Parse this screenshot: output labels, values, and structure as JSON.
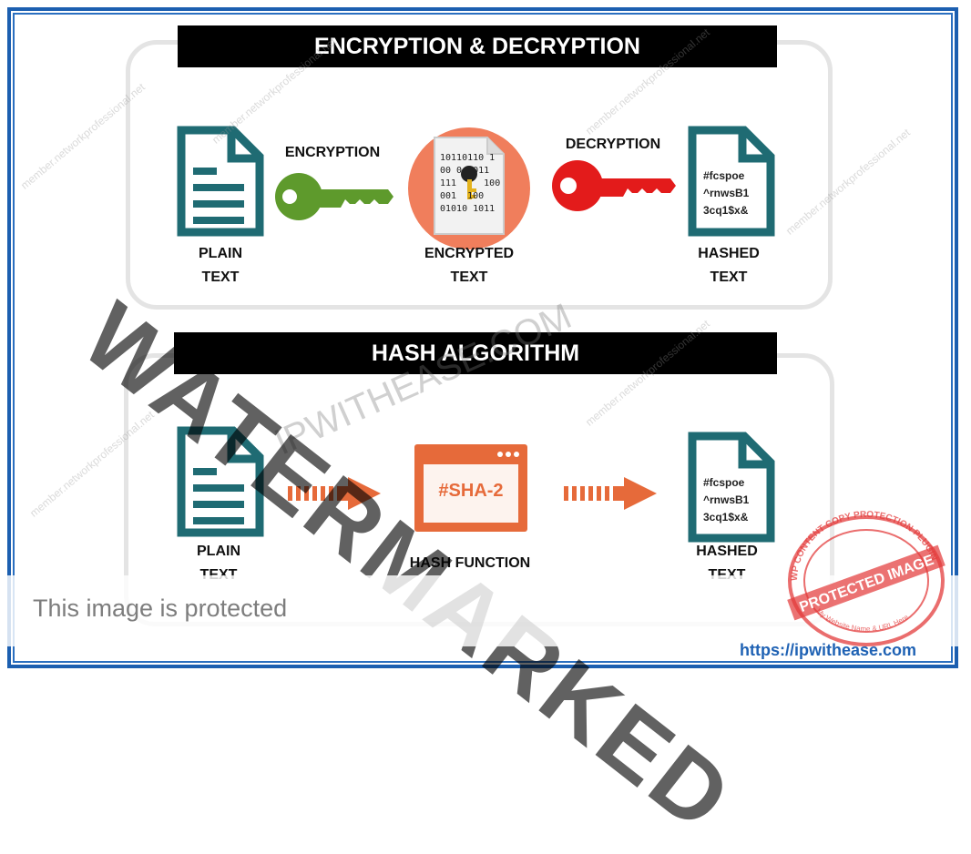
{
  "encryption_section": {
    "title": "ENCRYPTION & DECRYPTION",
    "plain_text_label": [
      "PLAIN",
      "TEXT"
    ],
    "encryption_label": "ENCRYPTION",
    "encrypted_text_label": [
      "ENCRYPTED",
      "TEXT"
    ],
    "binary_lines": [
      "10110110 1",
      "00 0  011",
      "111     100",
      "001  100",
      "01010 1011"
    ],
    "decryption_label": "DECRYPTION",
    "hashed_text_label": [
      "HASHED",
      "TEXT"
    ],
    "hashed_doc_lines": [
      "#fcspoe",
      "^rnwsB1",
      "3cq1$x&"
    ]
  },
  "hash_section": {
    "title": "HASH ALGORITHM",
    "plain_text_label": [
      "PLAIN",
      "TEXT"
    ],
    "hash_function_box": "#SHA-2",
    "hash_function_label": "HASH FUNCTION",
    "hashed_text_label": [
      "HASHED",
      "TEXT"
    ],
    "hashed_doc_lines": [
      "#fcspoe",
      "^rnwsB1",
      "3cq1$x&"
    ]
  },
  "watermarks": {
    "main": "WATERMARKED",
    "site": "IPWITHEASE.COM",
    "pattern": "member.networkprofessional.net",
    "stamp_ring": "WP CONTENT COPY PROTECTION PLUGIN",
    "stamp_center": "PROTECTED IMAGE",
    "stamp_bottom": "My Website Name & URL Here"
  },
  "footer": {
    "protected_notice": "This image is protected",
    "url": "https://ipwithease.com"
  },
  "colors": {
    "doc_teal": "#1f6b73",
    "green_key": "#5e9a2c",
    "red_key": "#e31b1b",
    "orange": "#e66a3a",
    "circle_fill": "#f07e5c",
    "frame_blue": "#1c5fb0"
  }
}
